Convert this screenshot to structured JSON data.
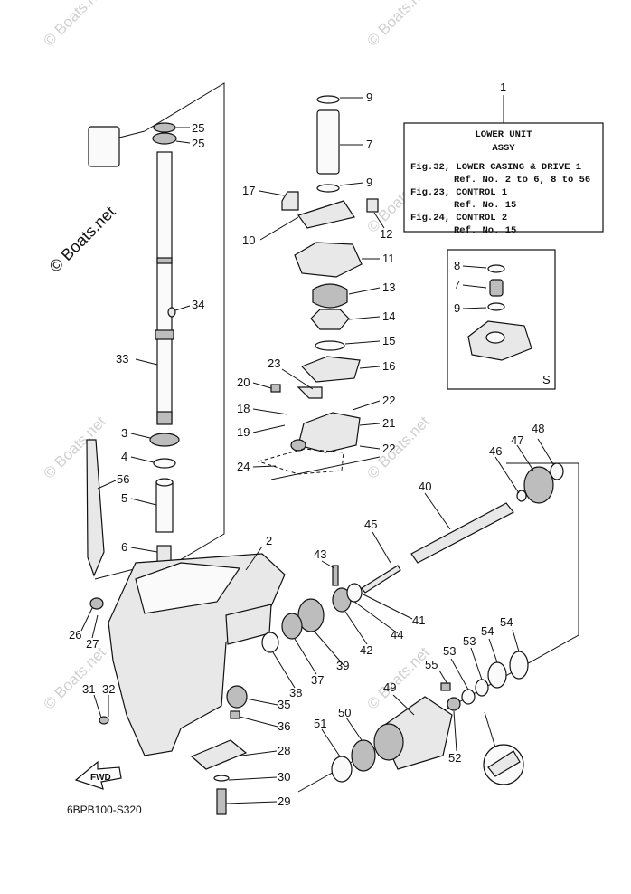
{
  "watermark": "© Boats.net",
  "drawing_code": "6BPB100-S320",
  "info_box": {
    "ref": "1",
    "title": "LOWER UNIT",
    "subtitle": "ASSY",
    "lines": [
      "Fig.32, LOWER CASING & DRIVE 1",
      "Ref. No. 2 to 6, 8 to 56",
      "Fig.23, CONTROL 1",
      "Ref. No. 15",
      "Fig.24, CONTROL 2",
      "Ref. No. 15"
    ]
  },
  "inset": {
    "label": "S",
    "parts": [
      "8",
      "7",
      "9"
    ]
  },
  "fwd_label": "FWD",
  "callouts": {
    "c25a": "25",
    "c25b": "25",
    "c34": "34",
    "c33": "33",
    "c3": "3",
    "c4": "4",
    "c56": "56",
    "c5": "5",
    "c6": "6",
    "c26": "26",
    "c27": "27",
    "c31": "31",
    "c32": "32",
    "c9a": "9",
    "c7": "7",
    "c9b": "9",
    "c17": "17",
    "c10": "10",
    "c12": "12",
    "c11": "11",
    "c13": "13",
    "c14": "14",
    "c15": "15",
    "c23": "23",
    "c16": "16",
    "c20": "20",
    "c18": "18",
    "c22a": "22",
    "c21": "21",
    "c19": "19",
    "c22b": "22",
    "c24": "24",
    "c2": "2",
    "c40": "40",
    "c48": "48",
    "c47": "47",
    "c46": "46",
    "c45": "45",
    "c43": "43",
    "c41": "41",
    "c42": "42",
    "c44": "44",
    "c39": "39",
    "c37": "37",
    "c38": "38",
    "c35": "35",
    "c36": "36",
    "c28": "28",
    "c30": "30",
    "c29": "29",
    "c54a": "54",
    "c54b": "54",
    "c53a": "53",
    "c53b": "53",
    "c55": "55",
    "c49": "49",
    "c50": "50",
    "c51": "51",
    "c52": "52"
  }
}
